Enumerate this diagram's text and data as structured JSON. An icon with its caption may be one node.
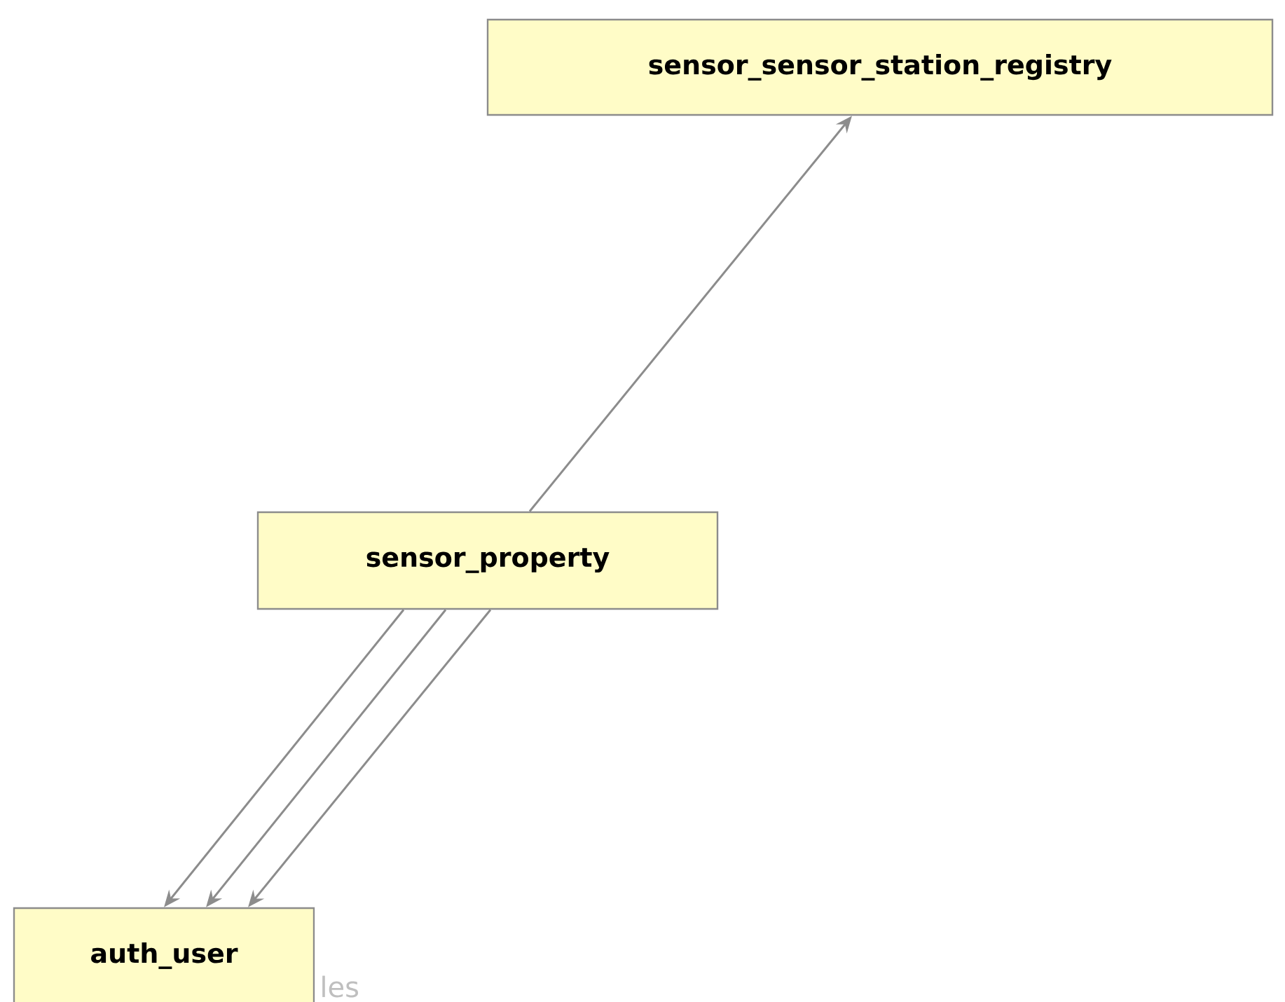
{
  "diagram": {
    "nodes": [
      {
        "text": [
          "sensor_sensor_station_registry"
        ]
      },
      {
        "text": [
          "sensor_property"
        ]
      },
      {
        "text": [
          "auth_user"
        ]
      }
    ],
    "edges": [
      {
        "from": 1,
        "to": 0,
        "arrow": "to"
      },
      {
        "from": 1,
        "to": 2,
        "arrow": "to"
      },
      {
        "from": 1,
        "to": 2,
        "arrow": "to"
      },
      {
        "from": 1,
        "to": 2,
        "arrow": "to"
      }
    ],
    "labels": [
      "les"
    ]
  }
}
